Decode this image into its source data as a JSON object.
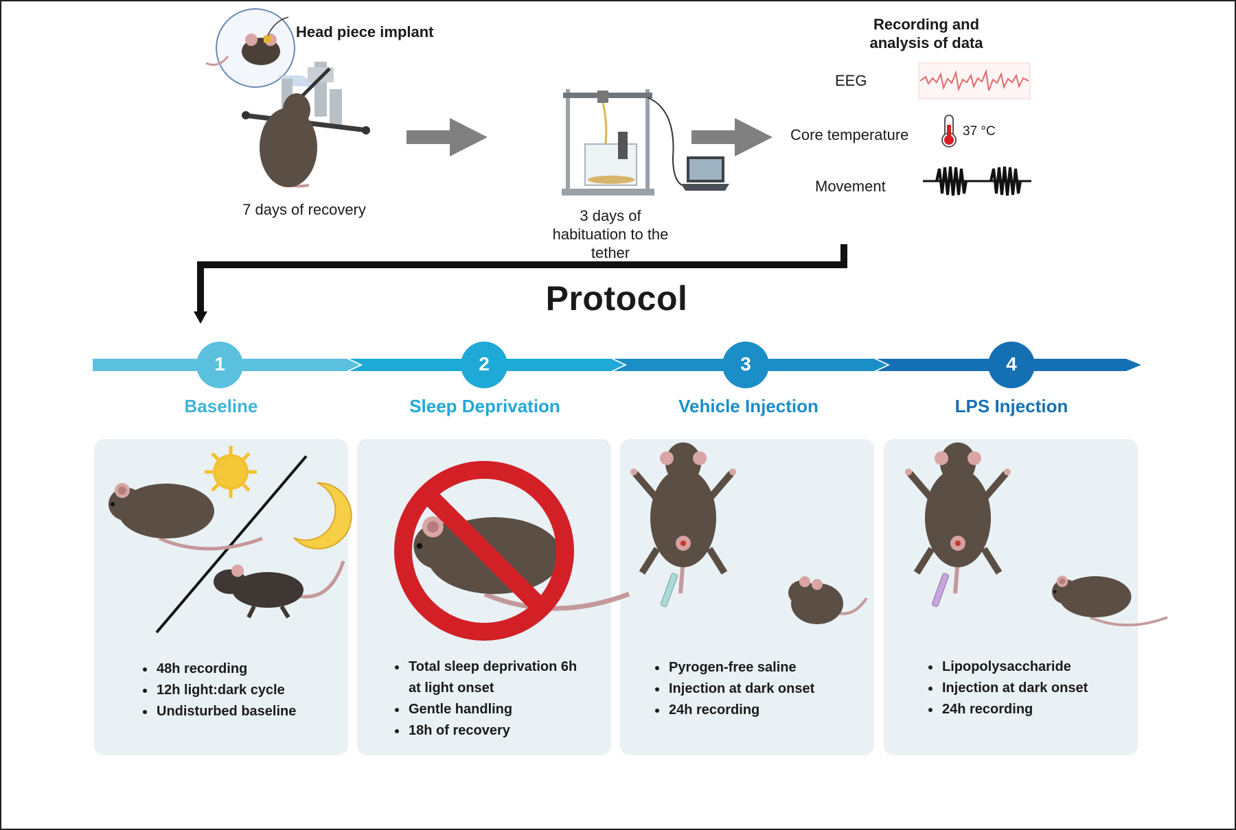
{
  "top": {
    "head_piece_label": "Head piece implant",
    "recovery_label": "7 days of recovery",
    "habituation_lines": [
      "3 days of",
      "habituation to the",
      "tether"
    ],
    "recording_title_lines": [
      "Recording and",
      "analysis of data"
    ],
    "signals": {
      "eeg_label": "EEG",
      "core_temp_label": "Core temperature",
      "temp_value": "37 °C",
      "movement_label": "Movement"
    }
  },
  "protocol_title": "Protocol",
  "steps": [
    {
      "number": "1",
      "title": "Baseline",
      "color": "#5bc0de",
      "bullets": [
        "48h recording",
        "12h light:dark cycle",
        "Undisturbed baseline"
      ]
    },
    {
      "number": "2",
      "title": "Sleep Deprivation",
      "color": "#1fa9d6",
      "bullets": [
        "Total sleep deprivation 6h",
        "at light onset",
        "Gentle handling",
        "18h  of recovery"
      ]
    },
    {
      "number": "3",
      "title": "Vehicle Injection",
      "color": "#1b8ec8",
      "bullets": [
        "Pyrogen-free saline",
        "Injection at  dark onset",
        "24h recording"
      ]
    },
    {
      "number": "4",
      "title": "LPS Injection",
      "color": "#1570b3",
      "bullets": [
        "Lipopolysaccharide",
        "Injection at dark onset",
        "24h recording"
      ]
    }
  ],
  "colors": {
    "panel_bg": "#e9f1f4",
    "mouse": "#5a4e45",
    "arrow_gray": "#808080",
    "eeg": "#e06a6a",
    "prohibit_red": "#d32027"
  }
}
